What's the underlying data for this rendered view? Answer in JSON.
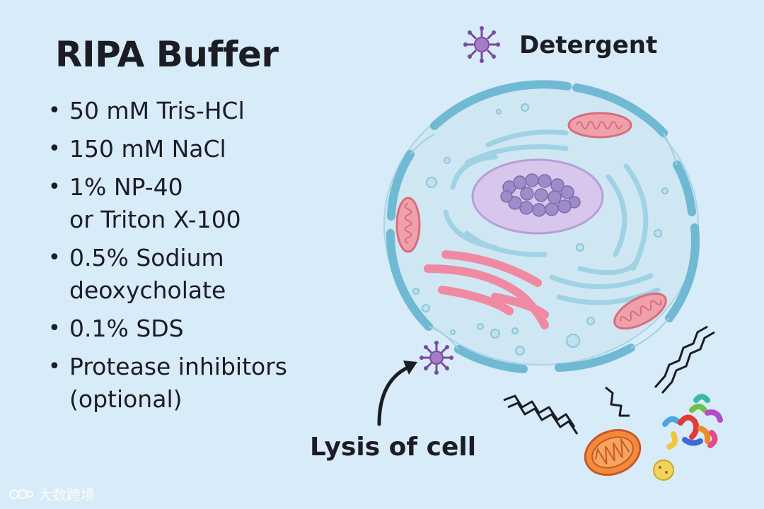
{
  "title": "RIPA Buffer",
  "ingredients": [
    {
      "line1": "50 mM Tris-HCl",
      "line2": ""
    },
    {
      "line1": "150 mM NaCl",
      "line2": ""
    },
    {
      "line1": "1% NP-40",
      "line2": "or Triton X-100"
    },
    {
      "line1": "0.5% Sodium",
      "line2": "deoxycholate"
    },
    {
      "line1": "0.1% SDS",
      "line2": ""
    },
    {
      "line1": "Protease inhibitors",
      "line2": "(optional)"
    }
  ],
  "labels": {
    "detergent": "Detergent",
    "lysis": "Lysis of cell"
  },
  "watermark": "大数跨境",
  "colors": {
    "background": "#d7ebf8",
    "membrane": "#7cc3da",
    "nucleus": "#d8c6ec",
    "chromatin": "#9d8cc8",
    "mitochondria": "#e8808e",
    "golgi": "#f08aa2",
    "detergent": "#7a4aa0",
    "text": "#1c1c24"
  }
}
